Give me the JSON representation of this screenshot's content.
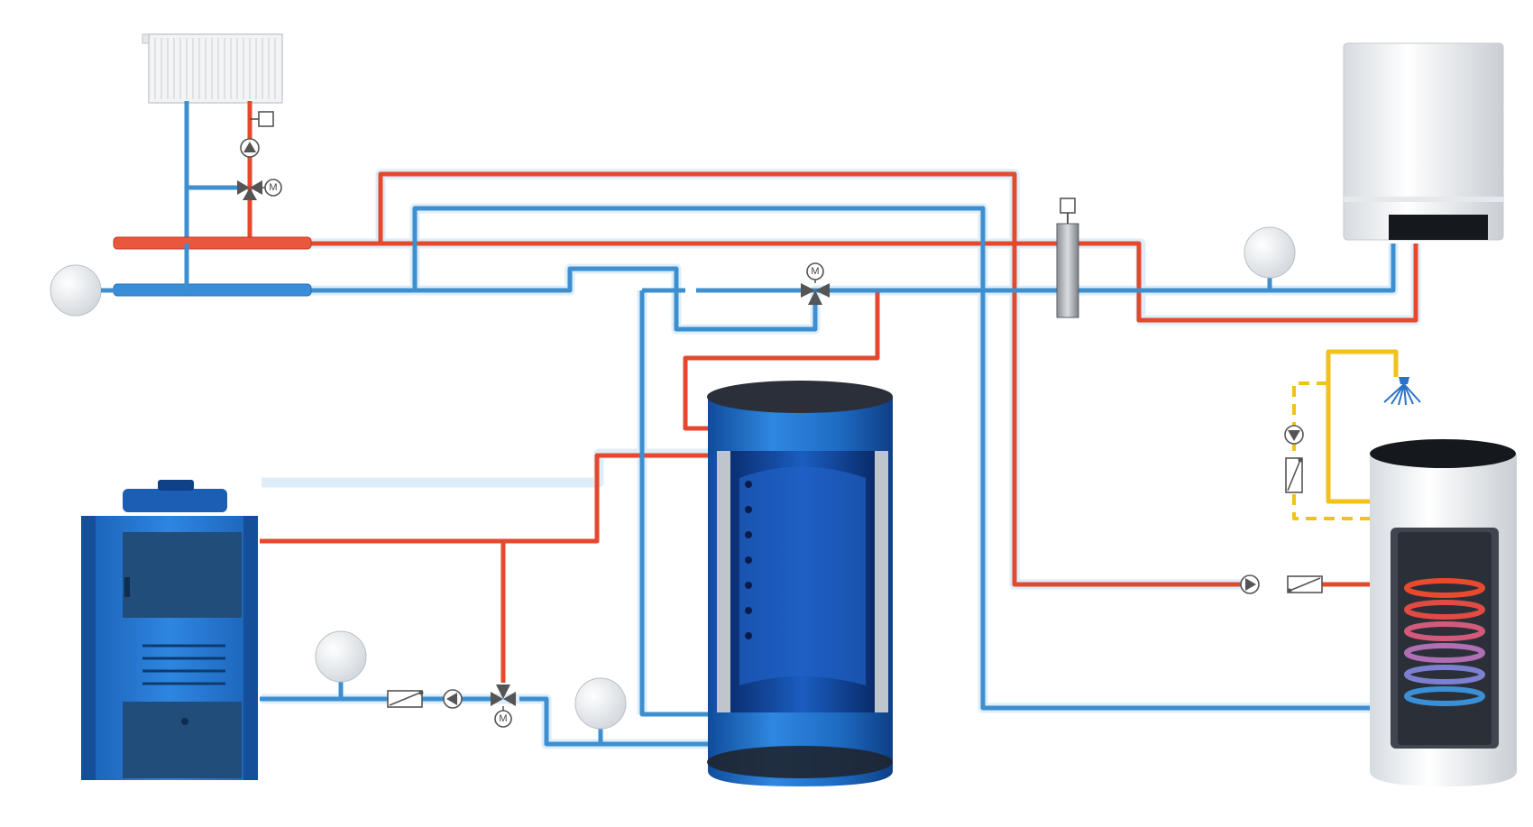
{
  "diagram": {
    "colors": {
      "supply": "#e4492e",
      "return": "#3d8fd0",
      "dhw": "#f2c21b",
      "boiler": "#2a7fd0",
      "buffer": "#1e6cc4",
      "background": "#ffffff"
    },
    "valve_marks": {
      "radiator_valve": "M",
      "main_valve": "M",
      "boiler_valve": "M"
    }
  }
}
